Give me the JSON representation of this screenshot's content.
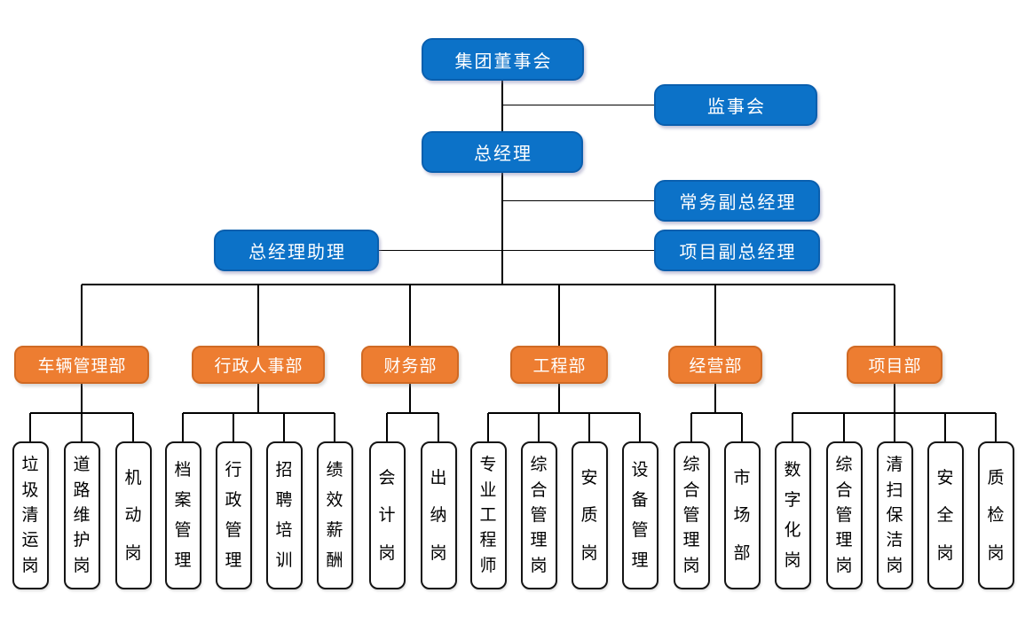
{
  "org": {
    "nodes": {
      "board": {
        "label": "集团董事会"
      },
      "supervisory": {
        "label": "监事会"
      },
      "gm": {
        "label": "总经理"
      },
      "exec_deputy_gm": {
        "label": "常务副总经理"
      },
      "gm_assistant": {
        "label": "总经理助理"
      },
      "project_deputy_gm": {
        "label": "项目副总经理"
      }
    },
    "departments": [
      {
        "label": "车辆管理部",
        "posts": [
          "垃圾清运岗",
          "道路维护岗",
          "机动岗"
        ]
      },
      {
        "label": "行政人事部",
        "posts": [
          "档案管理",
          "行政管理",
          "招聘培训",
          "绩效薪酬"
        ]
      },
      {
        "label": "财务部",
        "posts": [
          "会计岗",
          "出纳岗"
        ]
      },
      {
        "label": "工程部",
        "posts": [
          "专业工程师",
          "综合管理岗",
          "安质岗",
          "设备管理"
        ]
      },
      {
        "label": "经营部",
        "posts": [
          "综合管理岗",
          "市场部"
        ]
      },
      {
        "label": "项目部",
        "posts": [
          "数字化岗",
          "综合管理岗",
          "清扫保洁岗",
          "安全岗",
          "质检岗"
        ]
      }
    ],
    "colors": {
      "executive_blue": "#0c72c8",
      "department_orange": "#ed7d31",
      "post_white": "#ffffff",
      "connector_black": "#000000"
    }
  }
}
